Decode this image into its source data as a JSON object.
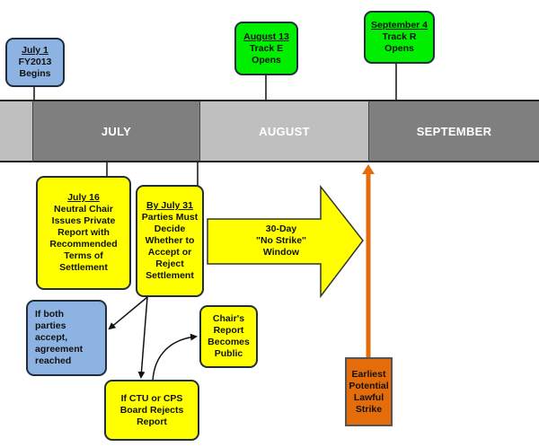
{
  "months": {
    "july": "JULY",
    "august": "AUGUST",
    "september": "SEPTEMBER"
  },
  "colors": {
    "band_dark": "#7f7f7f",
    "band_light": "#bfbfbf",
    "blue_box": "#8db3e2",
    "green_box": "#00ee00",
    "yellow_box": "#ffff00",
    "orange_box": "#e46c0a"
  },
  "events": {
    "july1": {
      "date": "July 1",
      "line1": "FY2013",
      "line2": "Begins"
    },
    "aug13": {
      "date": "August 13",
      "line1": "Track E",
      "line2": "Opens"
    },
    "sep4": {
      "date": "September 4",
      "line1": "Track R",
      "line2": "Opens"
    },
    "july16": {
      "date": "July 16",
      "lines": [
        "Neutral Chair",
        "Issues Private",
        "Report with",
        "Recommended",
        "Terms of",
        "Settlement"
      ]
    },
    "july31": {
      "date": "By July 31",
      "lines": [
        "Parties Must",
        "Decide",
        "Whether to",
        "Accept or",
        "Reject",
        "Settlement"
      ]
    }
  },
  "window_arrow": {
    "line1": "30-Day",
    "line2": "\"No Strike\"",
    "line3": "Window"
  },
  "outcomes": {
    "accept": [
      "If both",
      "parties",
      "accept,",
      "agreement",
      "reached"
    ],
    "reject": [
      "If CTU or CPS",
      "Board  Rejects",
      "Report"
    ],
    "public": [
      "Chair's",
      "Report",
      "Becomes",
      "Public"
    ]
  },
  "strike": [
    "Earliest",
    "Potential",
    "Lawful",
    "Strike"
  ]
}
